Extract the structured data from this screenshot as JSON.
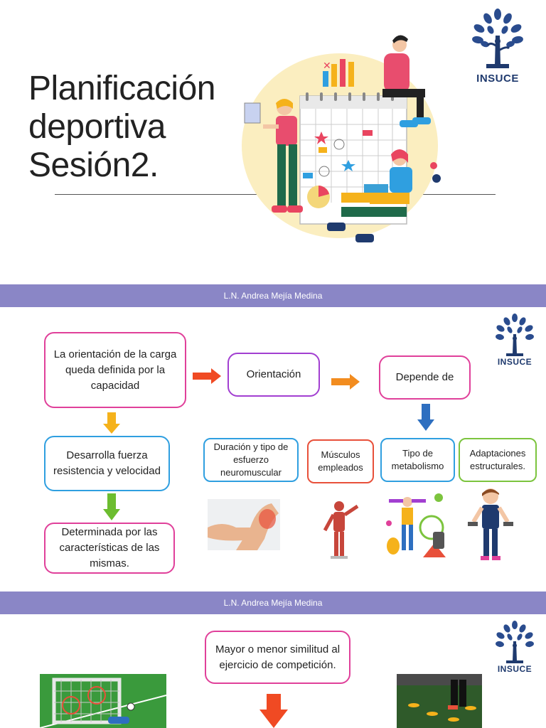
{
  "slide1": {
    "title_lines": [
      "Planificación",
      "deportiva",
      "Sesión2."
    ],
    "logo_text": "INSUCE"
  },
  "slide2": {
    "banner": "L.N. Andrea Mejía Medina",
    "logo_text": "INSUCE",
    "box_orientation_load": "La orientación de la carga queda definida por la capacidad",
    "box_orientation": "Orientación",
    "box_depends": "Depende de",
    "box_develops": "Desarrolla fuerza resistencia y velocidad",
    "box_determined": "Determinada por las características de las mismas.",
    "box_duration": "Duración y tipo de esfuerzo neuromuscular",
    "box_muscles": "Músculos empleados",
    "box_metabolism": "Tipo de metabolismo",
    "box_adaptations": "Adaptaciones estructurales."
  },
  "slide3": {
    "banner": "L.N. Andrea Mejía Medina",
    "logo_text": "INSUCE",
    "box_similarity": "Mayor o menor similitud al ejercicio de competición."
  },
  "colors": {
    "banner": "#8a86c6",
    "magenta": "#e0409a",
    "purple": "#a23fd1",
    "blue": "#2f9fe0",
    "red": "#e8503a",
    "green": "#7cc43e",
    "orange_arrow": "#f28c1f",
    "red_arrow": "#f04a23",
    "yellow_arrow": "#f5b21b",
    "green_arrow": "#6cbd2f",
    "blue_arrow": "#2e6fc0",
    "logo_blue": "#1f3a6e"
  }
}
